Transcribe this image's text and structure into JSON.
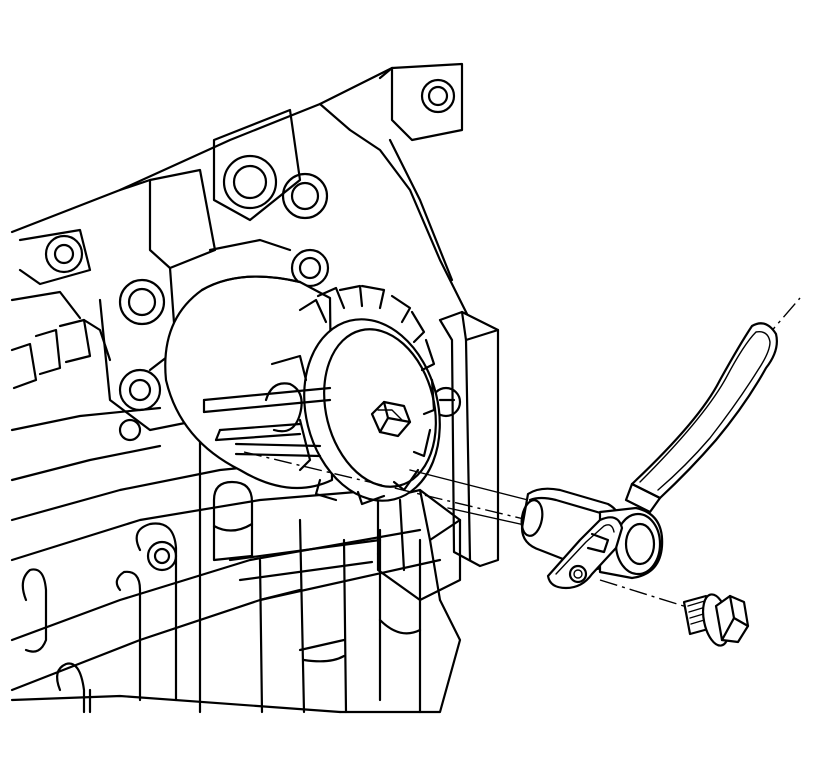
{
  "figure": {
    "background": "#ffffff",
    "line_color": "#000000",
    "components": [
      "engine-block",
      "oil-filter",
      "oil-level-sensor",
      "sensor-bracket",
      "mounting-bolt"
    ]
  }
}
